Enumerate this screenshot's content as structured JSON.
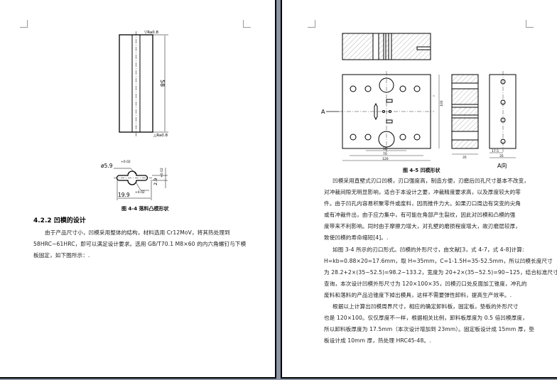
{
  "left_page": {
    "figure1_labels": {
      "roughness_top": "▽Ra0.8",
      "roughness_bottom": "△Ra0.8",
      "length": "58"
    },
    "figure2_labels": {
      "diameter": "ø5.9",
      "tol1": "+0.02",
      "width": "19.9",
      "tol2": "+0.02",
      "height": "2.9",
      "tol3": "+0.02"
    },
    "figure_caption": "图 4-4  落料凸模形状",
    "section_heading": "4.2.2 凹模的设计",
    "paragraph_lines": [
      "由于产品尺寸小，凹模采用整体的结构，材料选用  Cr12MoV，将其热处理到",
      "58HRC~61HRC，即可以满足设计要求。选用 GB/T70.1 M8×60 的内六角螺钉与下模",
      "板固定，如下图所示：."
    ]
  },
  "right_page": {
    "figure_labels": {
      "dim_120": "120",
      "dim_70": "70",
      "dim_50": "50",
      "dim_35": "35",
      "dim_17_5": "17.5",
      "dim_100": "100",
      "arrow_a": "A",
      "view_a": "A向"
    },
    "figure_caption": "图 4-5  凹模形状",
    "paragraph1_lines": [
      "凹模采用直壁式刃口凹模，刃口强度高，制造方便，刃磨后凹孔尺寸基本不改变，",
      "对冲裁间隙无明显影响，适合于本设计之要，冲裁精度要求高，以及厚度较大的零",
      "件。由于凹孔内容易积聚零件或废料，因而推件力大。如果刃口周边有突变的尖角",
      "或有冲裁件出，由于应力集中，有可能在角部产生裂纹，因此对凹模和凸模的强",
      "度带来不利影响。同时由于摩擦力增大，对孔壁的磨损程度增大，故刃磨层较厚，",
      "致使凹模的寿命缩短[4]。."
    ],
    "paragraph2_lines": [
      "如图 3-4 所示的刃口形式。凹模的外形尺寸，由文献[3，式 4-7，式 4-8]计算:",
      "H=kb=0.88×20=17.6mm，取 H=35mm，C=1-1.5H=35-52.5mm，所以凹模长度尺寸",
      "为  28.2+2×(35~52.5)=98.2~133.2，宽度为  20+2×(35~52.5)=90~125，结合标准尺寸",
      "查询，本次设计凹模外形尺寸为 120×100×35，凹模刃口处反面加工锥度，冲孔的",
      "废料和落料的产品沿锥度下掉出模具，这样不需要弹性卸料，提高生产效率。."
    ],
    "paragraph3_lines": [
      "根据以上计算出凹模周界尺寸，相应的确定卸料板，固定板，垫板的外形尺寸",
      "也是 120×100。仅仅厚度不一样，根据相关比例，卸料板厚度为 0.5 倍凹模厚度，",
      "所以卸料板厚度为 17.5mm（本次设计增加到 23mm）。固定板设计成 15mm 厚，垫",
      "板设计成 10mm 厚，热处理 HRC45-48。."
    ]
  }
}
